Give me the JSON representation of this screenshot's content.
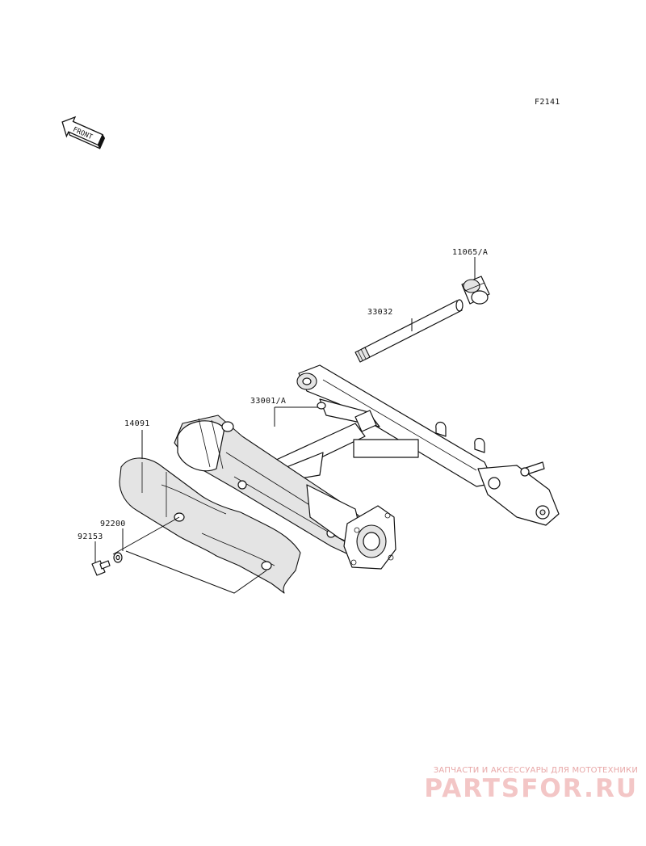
{
  "figure_code": "F2141",
  "front_indicator": "FRONT",
  "parts": {
    "collar": "11065/A",
    "pivot_shaft": "33032",
    "swingarm": "33001/A",
    "guard": "14091",
    "washer": "92200",
    "bolt": "92153"
  },
  "watermark": {
    "line1": "ЗАПЧАСТИ И АКСЕССУАРЫ ДЛЯ МОТОТЕХНИКИ",
    "line2": "PARTSFOR.RU"
  },
  "colors": {
    "ink": "#111111",
    "watermark": "#f3c6c6"
  }
}
